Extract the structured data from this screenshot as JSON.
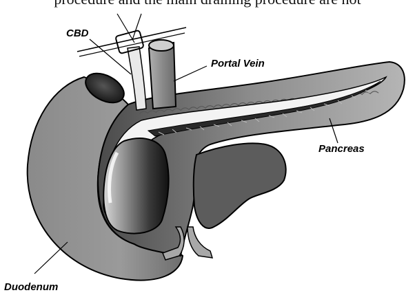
{
  "caption": "procedure and the main draining procedure are not",
  "labels": {
    "cbd": "CBD",
    "portal_vein": "Portal Vein",
    "pancreas": "Pancreas",
    "duodenum": "Duodenum"
  }
}
